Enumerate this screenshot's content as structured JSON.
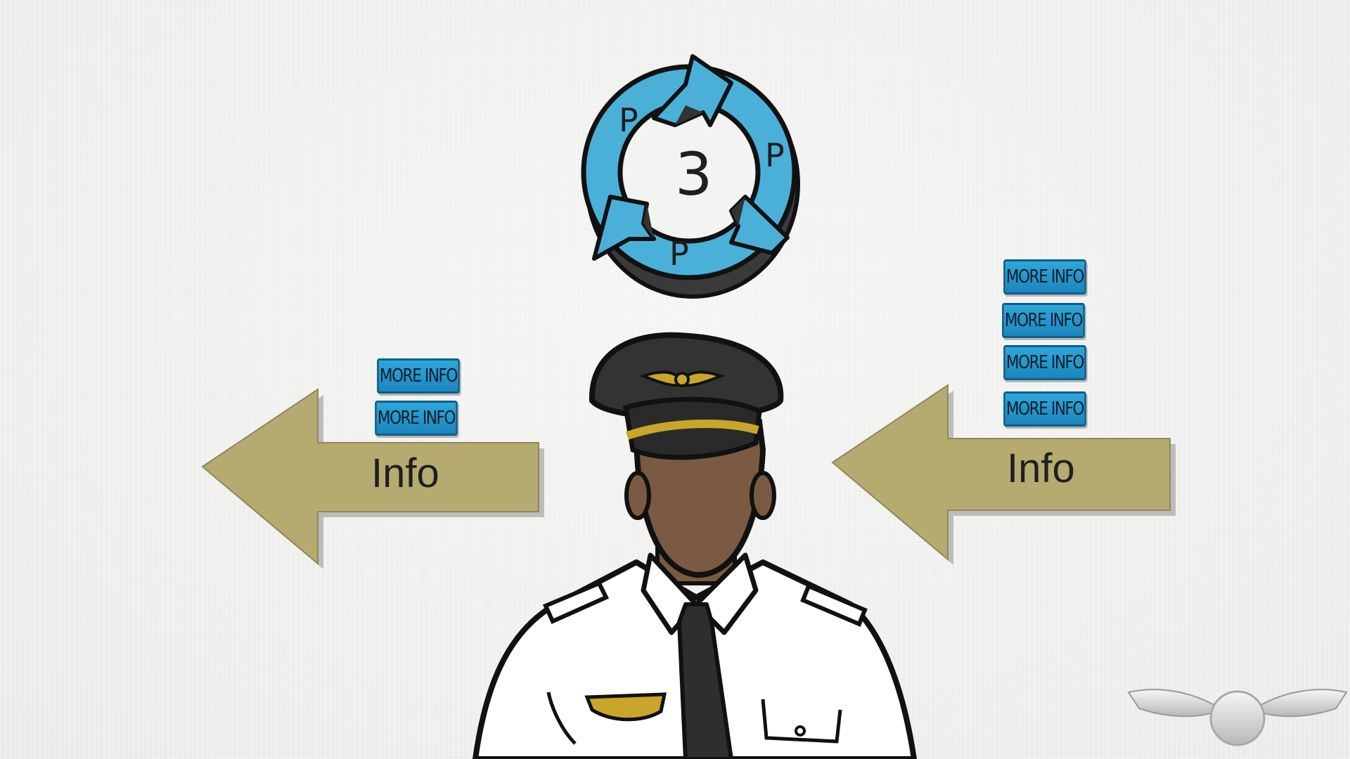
{
  "cycle": {
    "center_number": "3",
    "letters": [
      "P",
      "P",
      "P"
    ]
  },
  "left_panel": {
    "arrow_label": "Info",
    "buttons": [
      "MORE INFO",
      "MORE INFO"
    ]
  },
  "right_panel": {
    "arrow_label": "Info",
    "buttons": [
      "MORE INFO",
      "MORE INFO",
      "MORE INFO",
      "MORE INFO"
    ]
  },
  "colors": {
    "background": "#efefed",
    "cycle_blue": "#4ab0d8",
    "arrow_khaki": "#b5ab70",
    "button_blue": "#2499cf",
    "skin": "#7a5a42",
    "cap": "#333333",
    "gold": "#c9a52a"
  },
  "icons": [
    "cycle-arrows-icon",
    "left-arrow-icon",
    "right-arrow-icon",
    "pilot-illustration",
    "pilot-wings-logo"
  ]
}
